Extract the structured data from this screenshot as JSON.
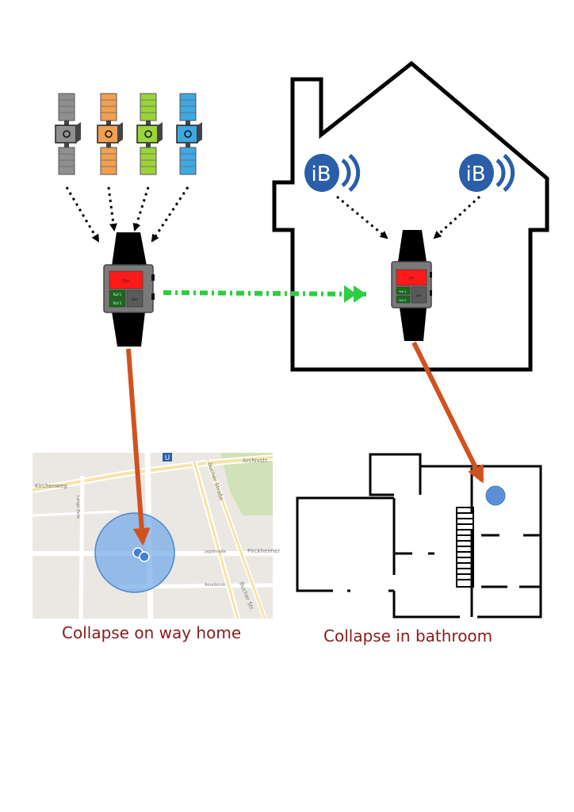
{
  "colors": {
    "satellite_gray": "#8f8f8f",
    "satellite_orange": "#f0a050",
    "satellite_green": "#9ad43a",
    "satellite_blue": "#3fa8e0",
    "beacon_blue": "#2a5ea8",
    "watch_screen_red": "#ff1a1a",
    "watch_button_green": "#1a6b1a",
    "arrow_red": "#d1521f",
    "arrow_green": "#2ecc40",
    "map_circle": "#6fa8e8",
    "location_dot": "#5b8fd6",
    "caption_red": "#8b1a1a"
  },
  "icons": [
    "satellite-icon",
    "beacon-icon",
    "smartwatch-icon",
    "map-thumbnail",
    "floor-plan",
    "house-outline"
  ],
  "beacons": [
    {
      "label": "iB"
    },
    {
      "label": "iB"
    }
  ],
  "watch": {
    "screen_text": "Uhr",
    "button_top": "Ruf 1",
    "button_bottom": "Ruf 2",
    "side_label": "Zen"
  },
  "map": {
    "streets": [
      "Kirchenweg",
      "Buchër Straße",
      "Lange Zeile",
      "Jagdstraße",
      "Pirckheimer",
      "Amalienstr.",
      "Bucher Str.",
      "Archivstr."
    ],
    "transit_badge": "U"
  },
  "captions": {
    "left": "Collapse on way home",
    "right": "Collapse in bathroom"
  }
}
